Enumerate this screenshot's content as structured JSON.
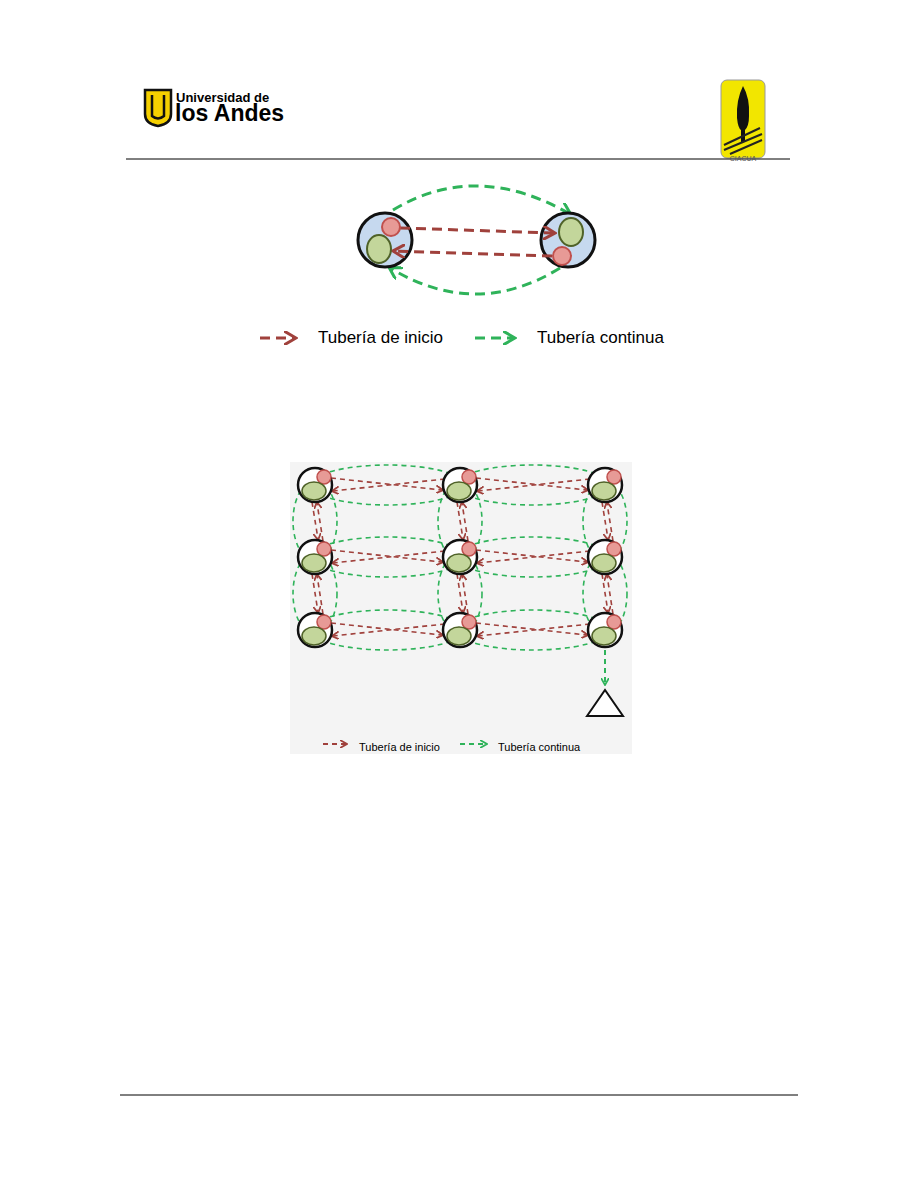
{
  "diagram": {
    "labels": [
      "Universidad de",
      "los Andes",
      "CIACUA"
    ],
    "legend": [
      {
        "text": "Tubería de inicio"
      },
      {
        "text": "Tubería continua"
      },
      {
        "text": "Tubería de inicio"
      },
      {
        "text": "Tubería continua"
      }
    ]
  }
}
